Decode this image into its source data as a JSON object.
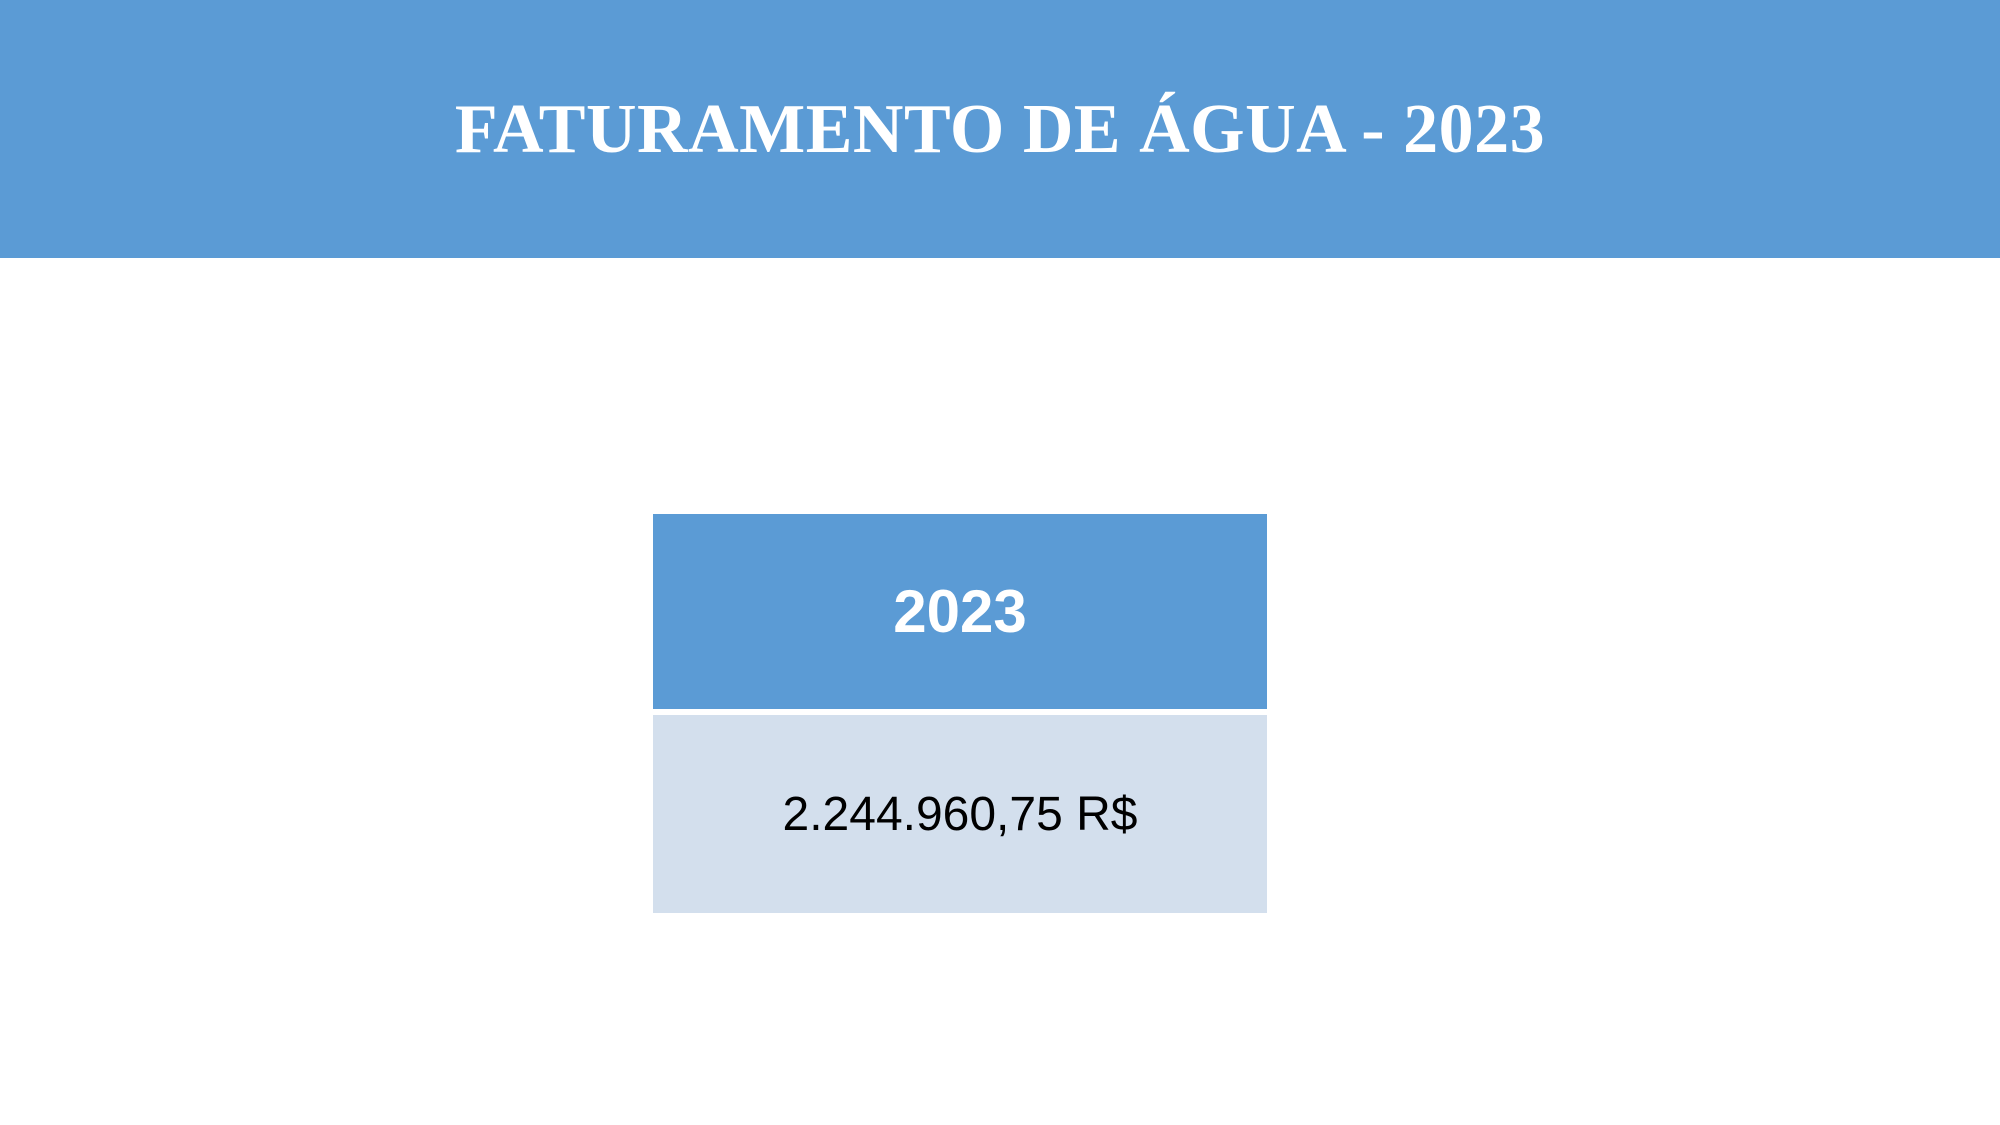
{
  "slide": {
    "title": "FATURAMENTO DE ÁGUA - 2023"
  },
  "table": {
    "header": "2023",
    "value": "2.244.960,75 R$"
  },
  "colors": {
    "accent": "#5b9bd5",
    "cell_fill": "#d3dfed",
    "background": "#ffffff"
  }
}
